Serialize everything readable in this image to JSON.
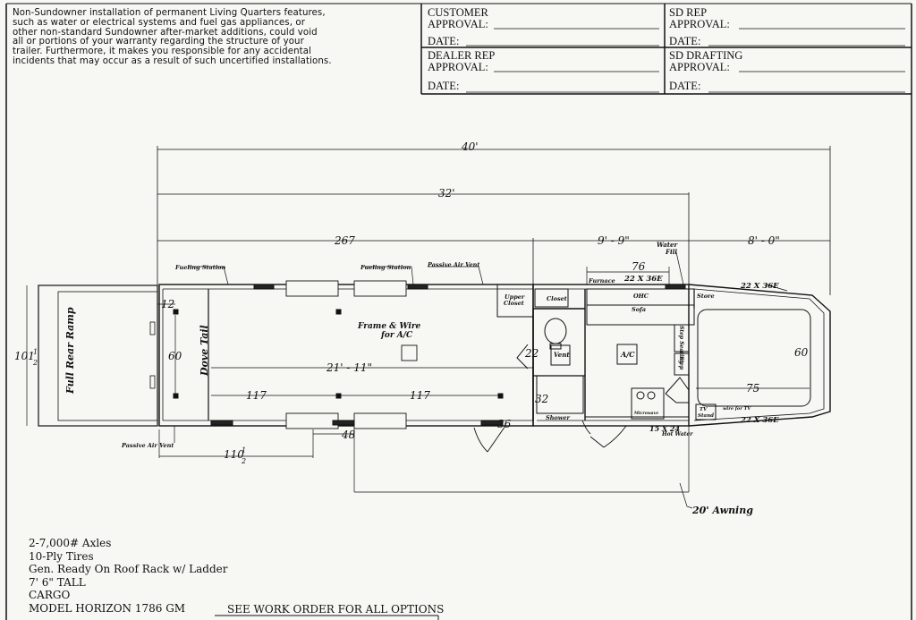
{
  "disclaimer": {
    "lines": [
      "Non-Sundowner installation of permanent Living Quarters features,",
      "such as water or electrical systems and fuel gas appliances, or",
      "other non-standard Sundowner after-market additions, could void",
      "all or portions of your warranty regarding the structure of your",
      "trailer.  Furthermore, it makes you responsible for any accidental",
      "incidents that may occur as a result of such uncertified installations."
    ]
  },
  "approvals": {
    "customer": {
      "line1": "CUSTOMER",
      "line2": "APPROVAL:",
      "date": "DATE:"
    },
    "sd_rep": {
      "line1": "SD REP",
      "line2": "APPROVAL:",
      "date": "DATE:"
    },
    "dealer_rep": {
      "line1": "DEALER REP",
      "line2": "APPROVAL:",
      "date": "DATE:"
    },
    "sd_drafting": {
      "line1": "SD DRAFTING",
      "line2": "APPROVAL:",
      "date": "DATE:"
    }
  },
  "dimensions": {
    "overall": "40'",
    "body": "32'",
    "cargo": "267",
    "living": "9' - 9\"",
    "gooseneck": "8' - 0\"",
    "width": "101",
    "width_frac_num": "1",
    "width_frac_den": "2",
    "offset_110": "110",
    "offset_frac_num": "1",
    "offset_frac_den": "2",
    "d48": "48",
    "d117a": "117",
    "d117b": "117",
    "d21_11": "21' - 11\"",
    "d12": "12",
    "d60_left": "60",
    "d60_right": "60",
    "d75": "75",
    "d76": "76",
    "d22": "22",
    "d32": "32",
    "d36": "36"
  },
  "labels": {
    "ramp": "Full Rear Ramp",
    "dove_tail": "Dove Tail",
    "frame_wire_1": "Frame & Wire",
    "frame_wire_2": "for A/C",
    "fueling_station_1": "Fueling Station",
    "fueling_station_2": "Fueling Station",
    "passive_vent_top": "Passive Air Vent",
    "passive_vent_bottom": "Passive Air Vent",
    "upper_closet_1": "Upper",
    "upper_closet_2": "Closet",
    "closet": "Closet",
    "furnace": "Furnace",
    "cab_top": "22 X 36E",
    "ohc": "OHC",
    "sofa": "Sofa",
    "store": "Store",
    "window_top": "22 X 36E",
    "window_bottom": "22 X 36E",
    "water_fill_1": "Water",
    "water_fill_2": "Fill",
    "vent": "Vent",
    "ac": "A/C",
    "step_seating": "Step Seating",
    "step": "Step",
    "shower": "Shower",
    "microwave": "Microwave",
    "tv_stand_1": "TV",
    "tv_stand_2": "Stand",
    "wire_tv": "wire for TV",
    "hot_water_1": "15 X 24",
    "hot_water_2": "Hot Water",
    "awning": "20' Awning"
  },
  "specs": {
    "axles": "2-7,000# Axles",
    "tires": "10-Ply Tires",
    "gen": "Gen. Ready On Roof Rack w/ Ladder",
    "tall": "7' 6\" TALL",
    "cargo": "CARGO",
    "model": "MODEL HORIZON 1786 GM",
    "work_order": "SEE WORK ORDER FOR ALL OPTIONS"
  }
}
